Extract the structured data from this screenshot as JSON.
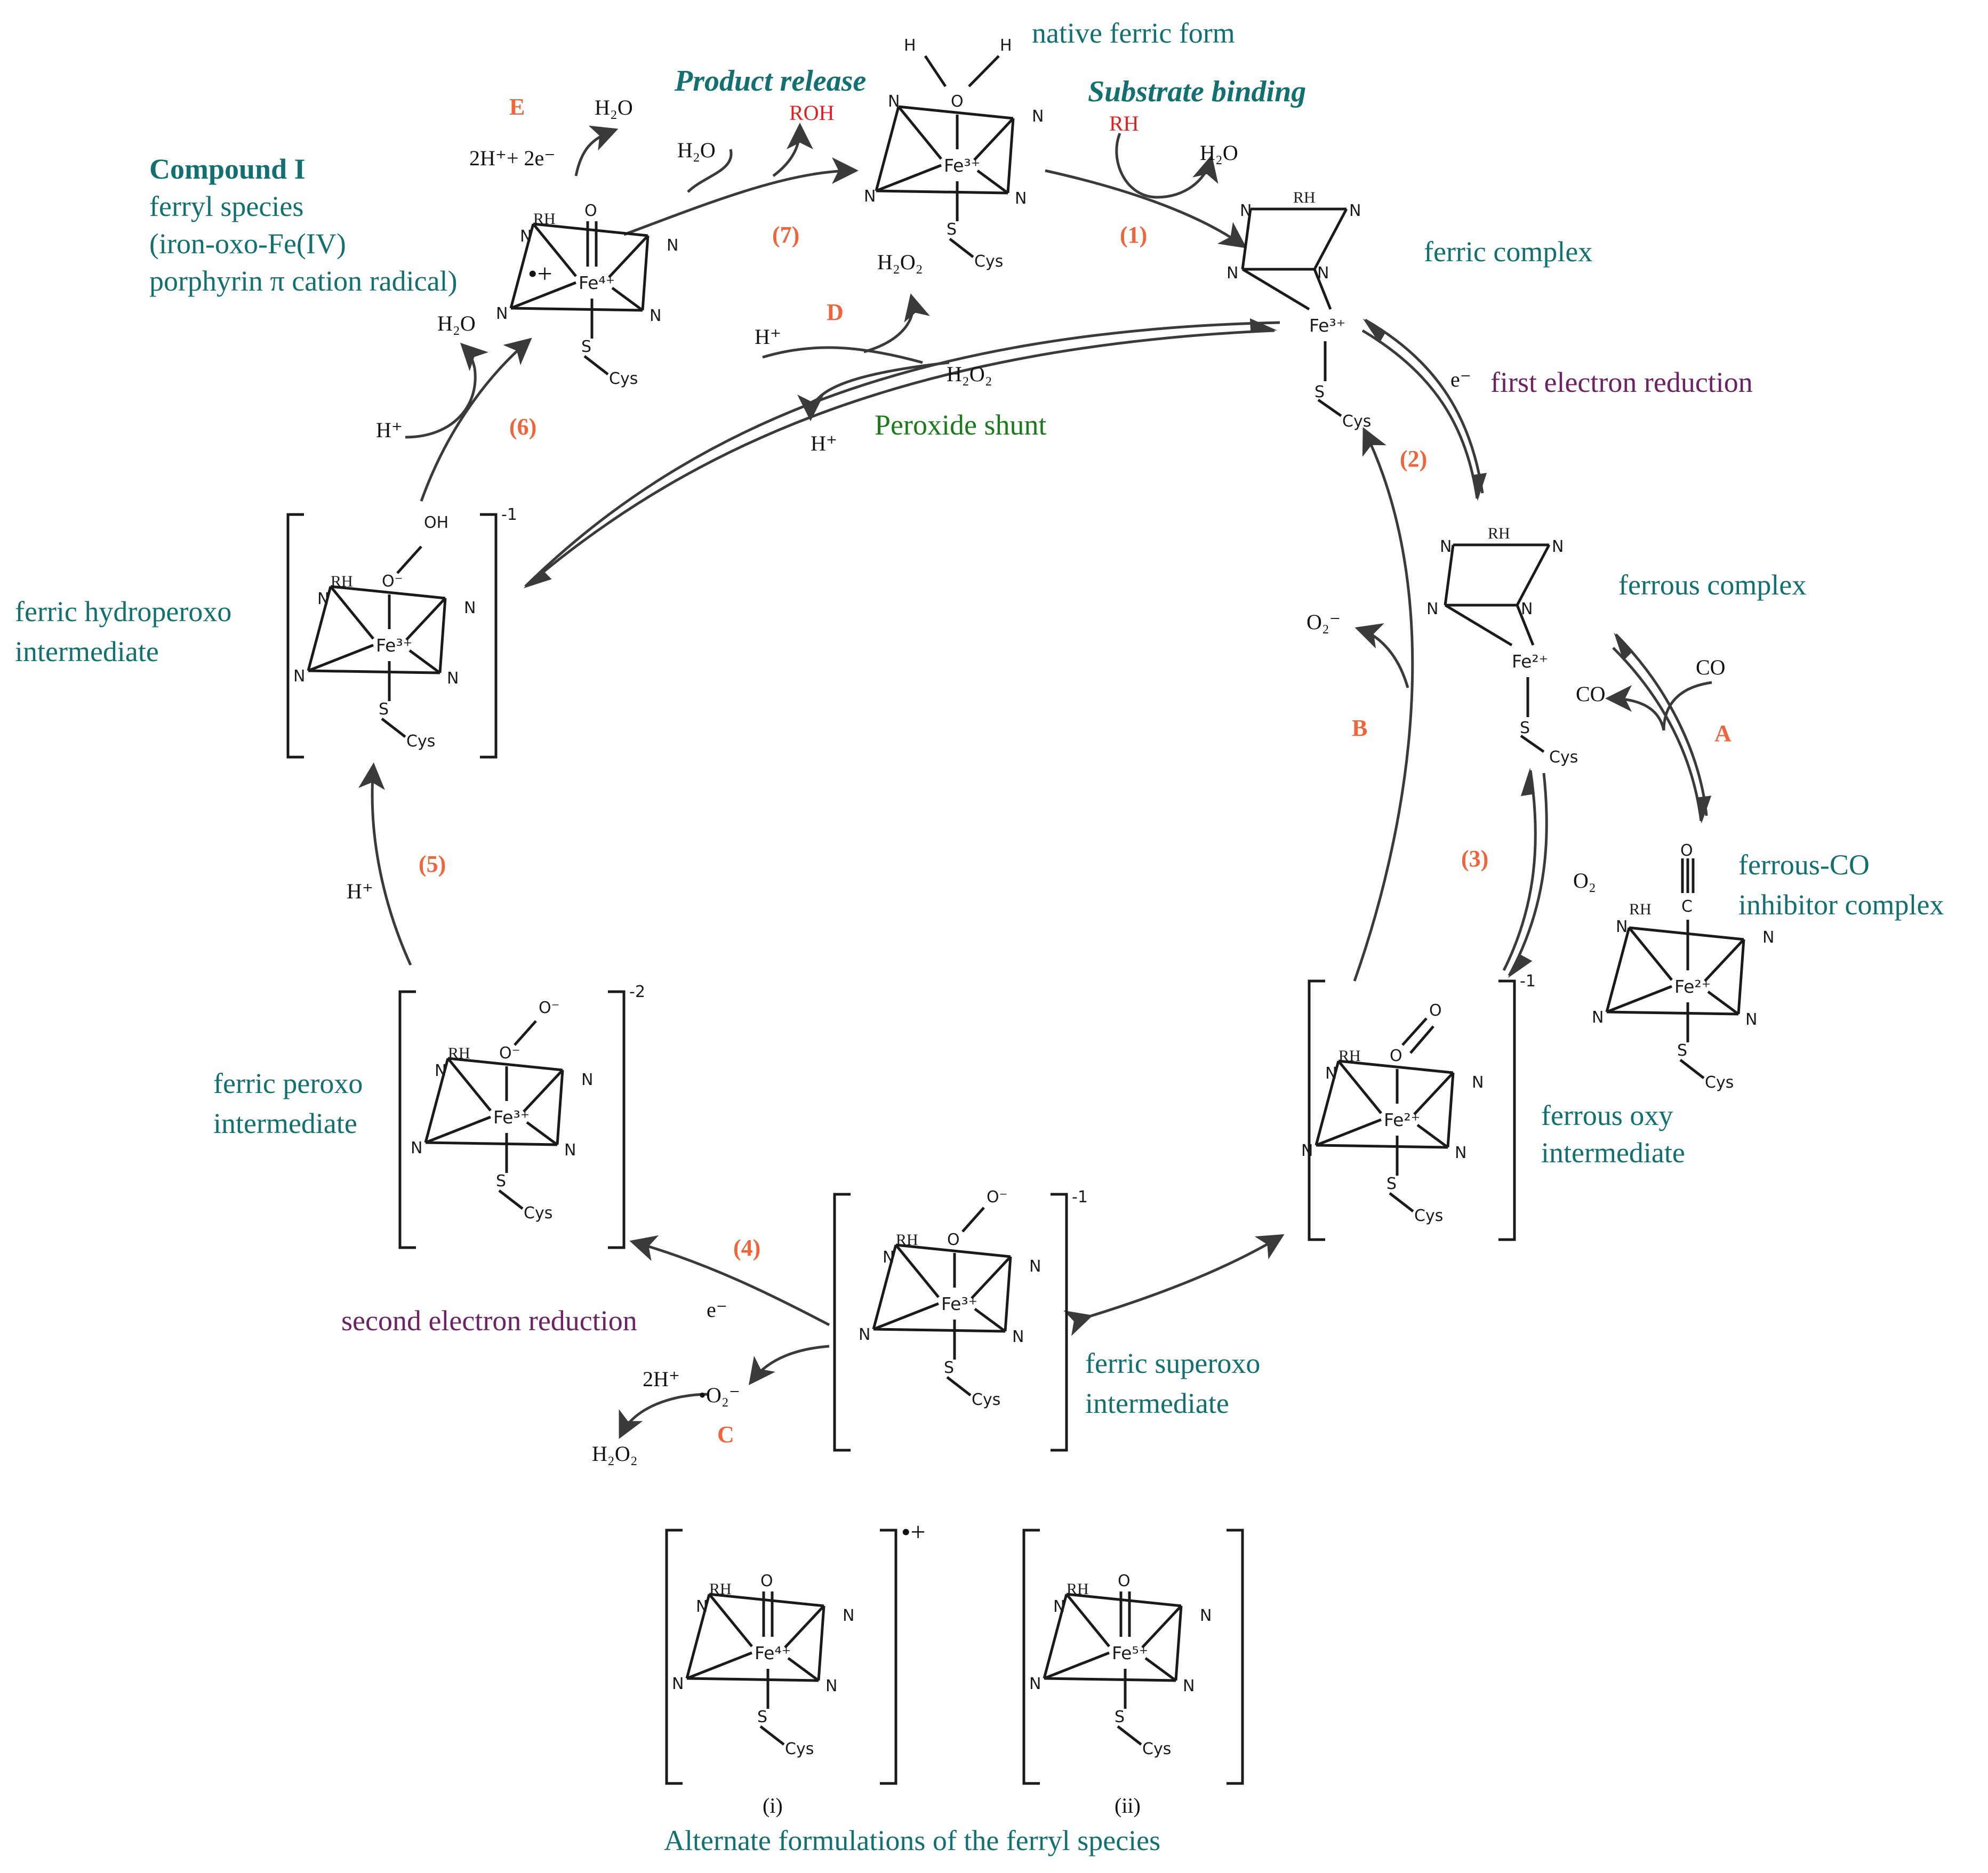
{
  "labels": {
    "native_ferric": "native ferric form",
    "product_release": "Product release",
    "substrate_binding": "Substrate binding",
    "ferric_complex": "ferric complex",
    "first_electron": "first electron reduction",
    "ferrous_complex": "ferrous complex",
    "ferrous_co_1": "ferrous-CO",
    "ferrous_co_2": "inhibitor complex",
    "ferrous_oxy_1": "ferrous oxy",
    "ferrous_oxy_2": "intermediate",
    "ferric_superoxo_1": "ferric superoxo",
    "ferric_superoxo_2": "intermediate",
    "second_electron": "second electron reduction",
    "ferric_peroxo_1": "ferric peroxo",
    "ferric_peroxo_2": "intermediate",
    "ferric_hydroperoxo_1": "ferric hydroperoxo",
    "ferric_hydroperoxo_2": "intermediate",
    "compound_i": "Compound I",
    "ferryl_1": "ferryl species",
    "ferryl_2": "(iron-oxo-Fe(IV)",
    "ferryl_3": "porphyrin π cation radical)",
    "peroxide_shunt": "Peroxide shunt",
    "alternate": "Alternate formulations of the ferryl species",
    "alt_i": "(i)",
    "alt_ii": "(ii)"
  },
  "steps": {
    "s1": "(1)",
    "s2": "(2)",
    "s3": "(3)",
    "s4": "(4)",
    "s5": "(5)",
    "s6": "(6)",
    "s7": "(7)",
    "A": "A",
    "B": "B",
    "C": "C",
    "D": "D",
    "E": "E"
  },
  "species": {
    "RH": "RH",
    "ROH": "ROH",
    "CO": "CO",
    "e_minus": "e⁻",
    "h_plus": "H⁺",
    "h2o_sym": "H₂O",
    "h2o2_sym": "H₂O₂",
    "o2_sym": "O₂",
    "o2_minus": "O₂⁻",
    "superoxide": "•O₂⁻",
    "two_h_plus": "2H⁺",
    "two_h_two_e": "2H⁺+ 2e⁻"
  },
  "atoms": {
    "N": "N",
    "O": "O",
    "O_minus": "O⁻",
    "OH": "OH",
    "H": "H",
    "C": "C",
    "S": "S",
    "Cys": "Cys",
    "fe3": "Fe³⁺",
    "fe2": "Fe²⁺",
    "fe4": "Fe⁴⁺",
    "fe5": "Fe⁵⁺",
    "radical_cation": "•+"
  },
  "charges": {
    "minus1": "-1",
    "minus2": "-2"
  },
  "colors": {
    "teal": "#127070",
    "purple": "#6e2163",
    "green": "#1c7a1c",
    "orange": "#f0643c",
    "red": "#e02020",
    "arrow": "#3a3a3a"
  }
}
